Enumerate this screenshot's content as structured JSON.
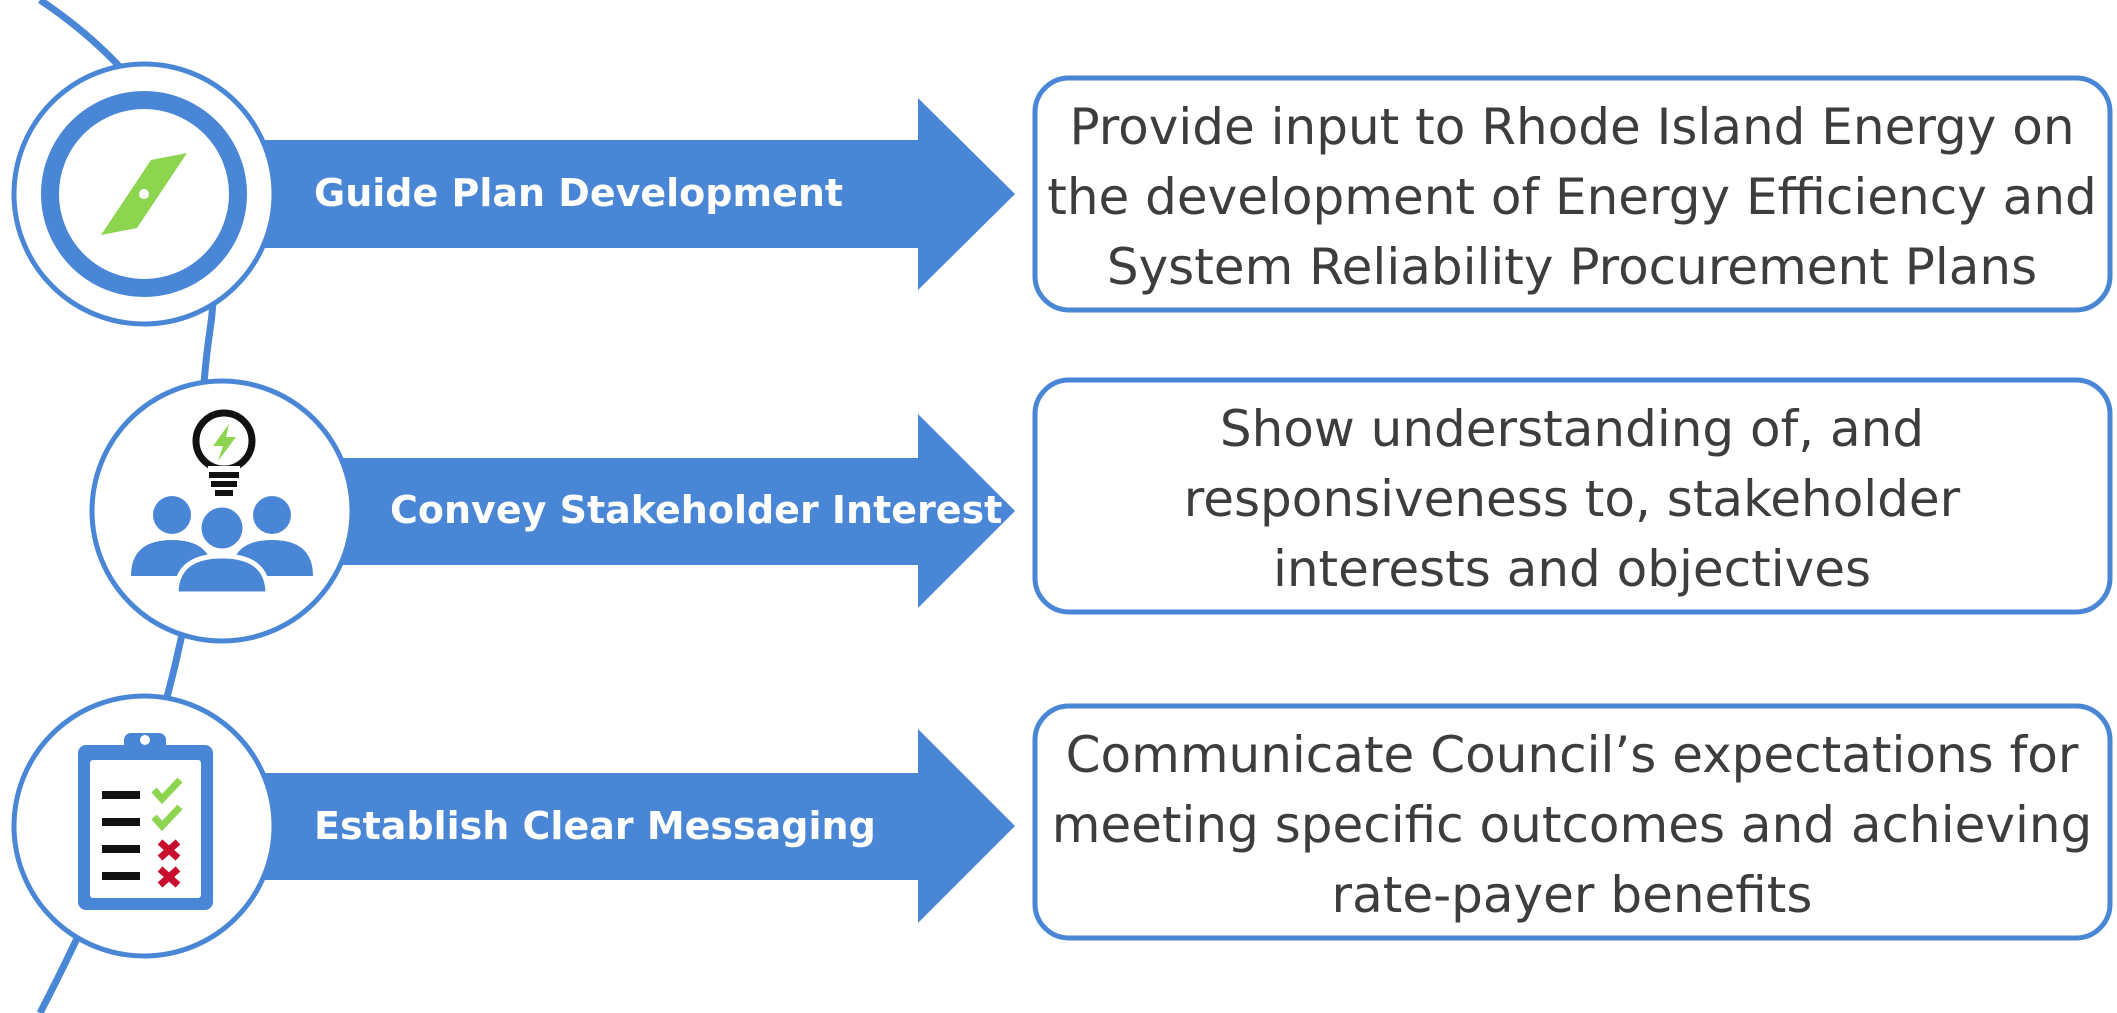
{
  "colors": {
    "accent": "#4a86d6",
    "green": "#8dd44f",
    "red": "#c8102e",
    "dark": "#111111",
    "text": "#3d3d3d"
  },
  "rows": [
    {
      "label": "Guide Plan Development",
      "icon": "compass-icon",
      "description": [
        "Provide input to Rhode Island Energy on",
        "the development of Energy Efficiency and",
        "System Reliability Procurement Plans"
      ]
    },
    {
      "label": "Convey Stakeholder Interest",
      "icon": "stakeholder-group-icon",
      "description": [
        "Show understanding of, and",
        "responsiveness to, stakeholder",
        "interests and objectives"
      ]
    },
    {
      "label": "Establish Clear Messaging",
      "icon": "checklist-icon",
      "description": [
        "Communicate Council’s expectations for",
        "meeting specific outcomes and achieving",
        "rate-payer benefits"
      ]
    }
  ]
}
